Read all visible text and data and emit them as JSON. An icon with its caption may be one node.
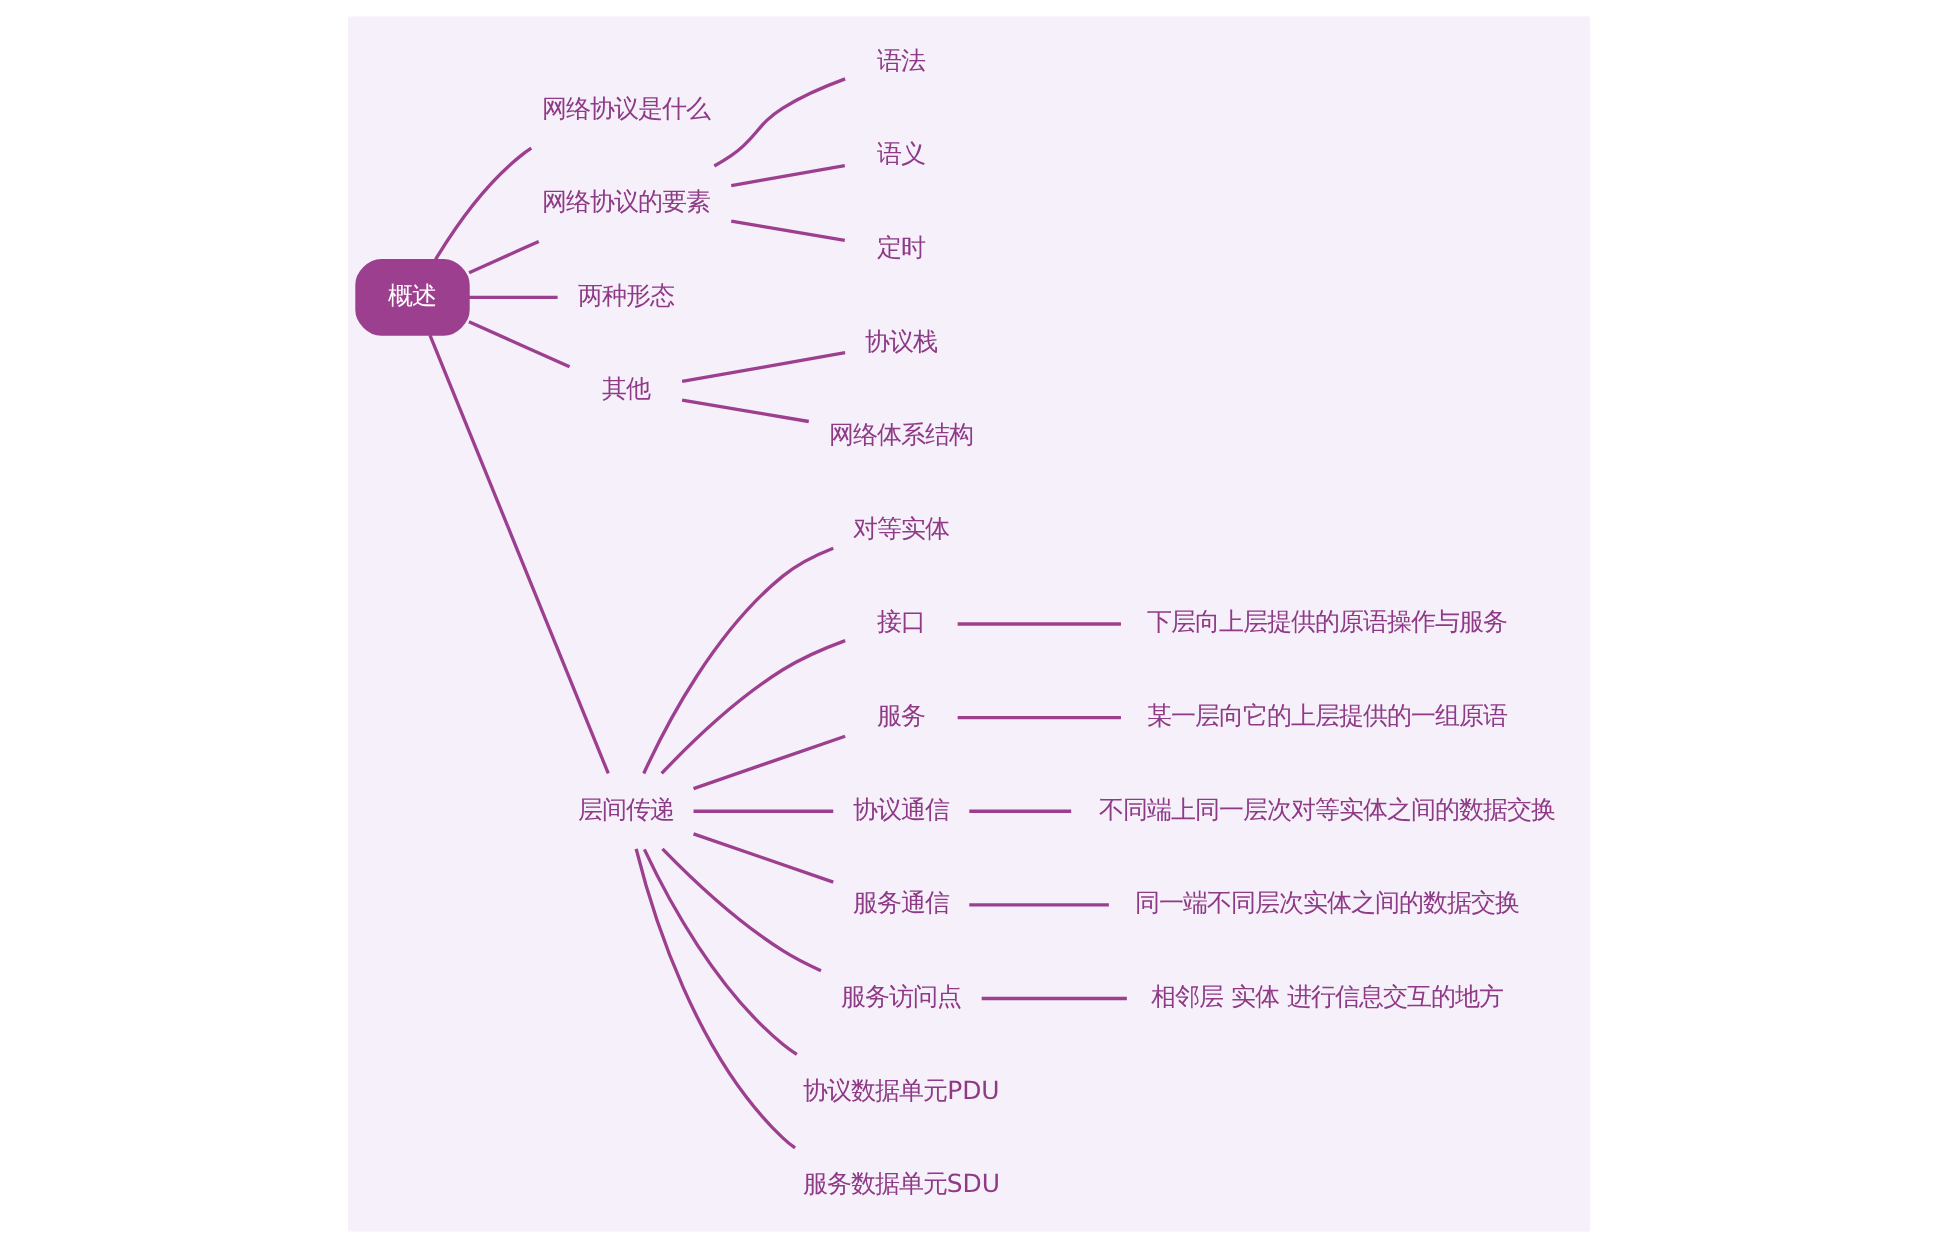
{
  "diagram": {
    "nodes": [
      {
        "text": [
          "概述"
        ]
      },
      {
        "text": [
          "网络协议是什么"
        ]
      },
      {
        "text": [
          "网络协议的要素"
        ]
      },
      {
        "text": [
          "语法"
        ]
      },
      {
        "text": [
          "语义"
        ]
      },
      {
        "text": [
          "定时"
        ]
      },
      {
        "text": [
          "两种形态"
        ]
      },
      {
        "text": [
          "其他"
        ]
      },
      {
        "text": [
          "协议栈"
        ]
      },
      {
        "text": [
          "网络体系结构"
        ]
      },
      {
        "text": [
          "层间传递"
        ]
      },
      {
        "text": [
          "对等实体"
        ]
      },
      {
        "text": [
          "接口"
        ]
      },
      {
        "text": [
          "下层向上层提供的原语操作与服务"
        ]
      },
      {
        "text": [
          "服务"
        ]
      },
      {
        "text": [
          "某一层向它的上层提供的一组原语"
        ]
      },
      {
        "text": [
          "协议通信"
        ]
      },
      {
        "text": [
          "不同端上同一层次对等实体之间的数据交换"
        ]
      },
      {
        "text": [
          "服务通信"
        ]
      },
      {
        "text": [
          "同一端不同层次实体之间的数据交换"
        ]
      },
      {
        "text": [
          "服务访问点"
        ]
      },
      {
        "text": [
          "相邻层 实体 进行信息交互的地方"
        ]
      },
      {
        "text": [
          "协议数据单元PDU"
        ]
      },
      {
        "text": [
          "服务数据单元SDU"
        ]
      }
    ],
    "edges": [
      {
        "from": 0,
        "to": 1,
        "arrow": "none"
      },
      {
        "from": 0,
        "to": 2,
        "arrow": "none"
      },
      {
        "from": 2,
        "to": 3,
        "arrow": "none"
      },
      {
        "from": 2,
        "to": 4,
        "arrow": "none"
      },
      {
        "from": 2,
        "to": 5,
        "arrow": "none"
      },
      {
        "from": 0,
        "to": 6,
        "arrow": "none"
      },
      {
        "from": 0,
        "to": 7,
        "arrow": "none"
      },
      {
        "from": 7,
        "to": 8,
        "arrow": "none"
      },
      {
        "from": 7,
        "to": 9,
        "arrow": "none"
      },
      {
        "from": 0,
        "to": 10,
        "arrow": "none"
      },
      {
        "from": 10,
        "to": 11,
        "arrow": "none"
      },
      {
        "from": 10,
        "to": 12,
        "arrow": "none"
      },
      {
        "from": 12,
        "to": 13,
        "arrow": "none"
      },
      {
        "from": 10,
        "to": 14,
        "arrow": "none"
      },
      {
        "from": 14,
        "to": 15,
        "arrow": "none"
      },
      {
        "from": 10,
        "to": 16,
        "arrow": "none"
      },
      {
        "from": 16,
        "to": 17,
        "arrow": "none"
      },
      {
        "from": 10,
        "to": 18,
        "arrow": "none"
      },
      {
        "from": 18,
        "to": 19,
        "arrow": "none"
      },
      {
        "from": 10,
        "to": 20,
        "arrow": "none"
      },
      {
        "from": 20,
        "to": 21,
        "arrow": "none"
      },
      {
        "from": 10,
        "to": 22,
        "arrow": "none"
      },
      {
        "from": 10,
        "to": 23,
        "arrow": "none"
      }
    ]
  }
}
